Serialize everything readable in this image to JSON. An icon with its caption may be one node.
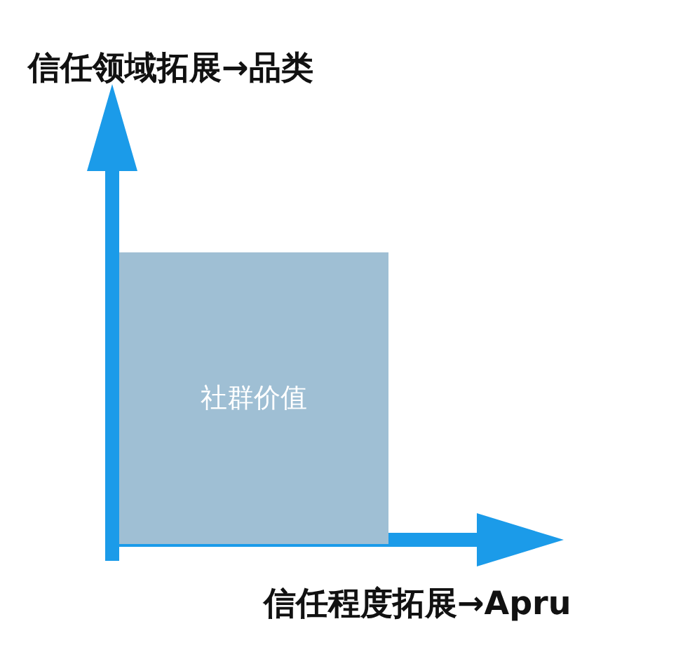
{
  "diagram": {
    "nodes": [
      {
        "text": [
          "社群价值"
        ]
      }
    ],
    "labels": [
      "信任领域拓展→品类",
      "信任程度拓展→Apru"
    ]
  }
}
